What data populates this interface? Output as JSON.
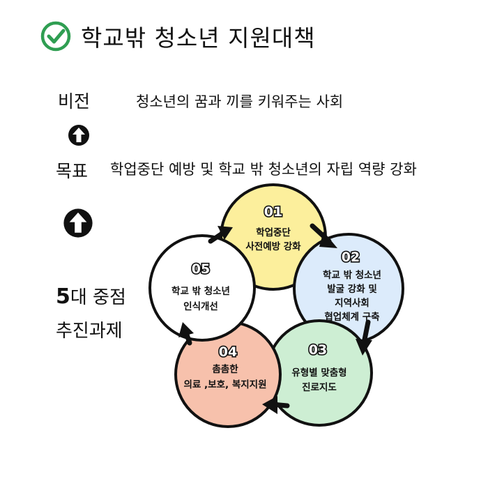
{
  "title": "학교밖 청소년 지원대책",
  "vision": {
    "label": "비전",
    "text": "청소년의 꿈과 끼를 키워주는 사회"
  },
  "goal": {
    "label": "목표",
    "text": "학업중단 예방 및 학교 밖 청소년의 자립 역량 강화"
  },
  "tasks": {
    "label_num": "5",
    "label_rest": "대 중점",
    "label_line2": "추진과제"
  },
  "icons": {
    "title": "check-circle-icon",
    "step": "up-arrow-icon"
  },
  "colors": {
    "check": "#2f9e52",
    "circle_01": "#fcef9c",
    "circle_02": "#dcebfb",
    "circle_03": "#cdeed3",
    "circle_04": "#f7c1ac",
    "circle_05": "#ffffff"
  },
  "circles": [
    {
      "num": "01",
      "lines": [
        "학업중단",
        "사전예방 강화"
      ]
    },
    {
      "num": "02",
      "lines": [
        "학교 밖 청소년",
        "발굴 강화 및",
        "지역사회",
        "협업체계 구축"
      ]
    },
    {
      "num": "03",
      "lines": [
        "유형별 맞춤형",
        "진로지도"
      ]
    },
    {
      "num": "04",
      "lines": [
        "촘촘한",
        "의료 ,보호, 복지지원"
      ]
    },
    {
      "num": "05",
      "lines": [
        "학교 밖 청소년",
        "인식개선"
      ]
    }
  ]
}
